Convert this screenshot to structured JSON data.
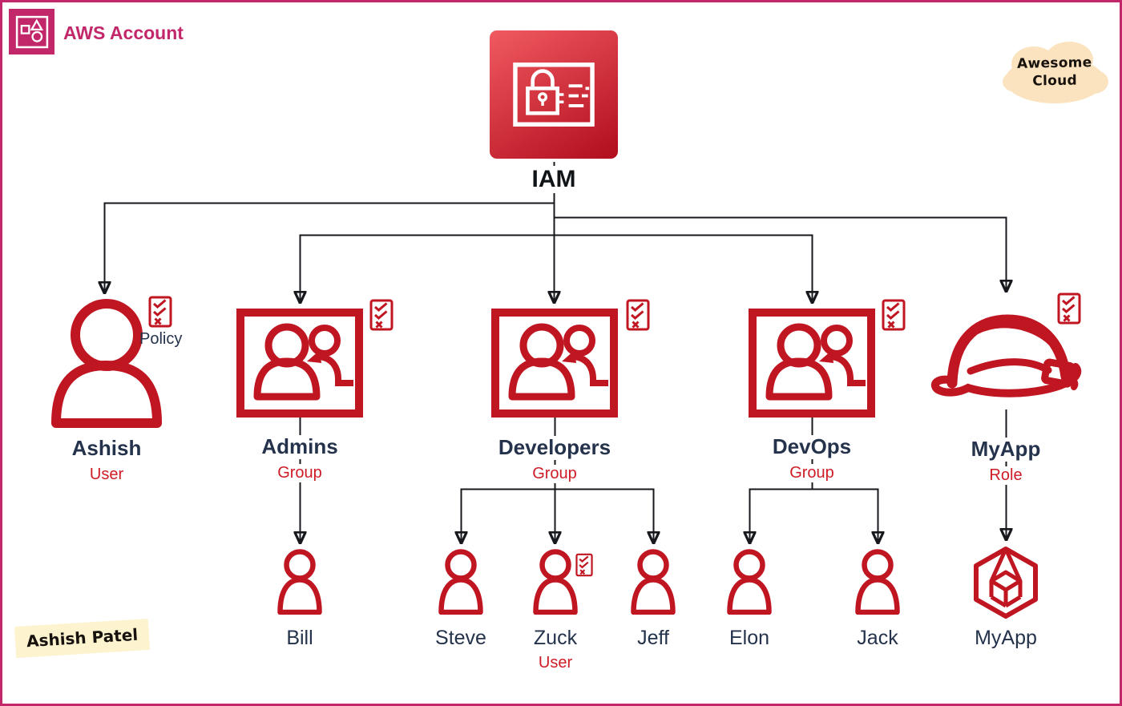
{
  "frame": {
    "account_label": "AWS Account"
  },
  "brand_cloud": {
    "word1": "Awesome",
    "word2": "Cloud"
  },
  "root": {
    "label": "IAM"
  },
  "policy": {
    "label": "Policy"
  },
  "tier1": [
    {
      "name": "Ashish",
      "type": "User",
      "icon": "user-icon",
      "has_policy": true
    },
    {
      "name": "Admins",
      "type": "Group",
      "icon": "group-icon",
      "has_policy": true
    },
    {
      "name": "Developers",
      "type": "Group",
      "icon": "group-icon",
      "has_policy": true
    },
    {
      "name": "DevOps",
      "type": "Group",
      "icon": "group-icon",
      "has_policy": true
    },
    {
      "name": "MyApp",
      "type": "Role",
      "icon": "hard-hat-icon",
      "has_policy": true
    }
  ],
  "tier2": [
    {
      "name": "Bill",
      "parent": "Admins",
      "icon": "user-icon"
    },
    {
      "name": "Steve",
      "parent": "Developers",
      "icon": "user-icon"
    },
    {
      "name": "Zuck",
      "parent": "Developers",
      "icon": "user-icon",
      "type": "User",
      "has_policy": true
    },
    {
      "name": "Jeff",
      "parent": "Developers",
      "icon": "user-icon"
    },
    {
      "name": "Elon",
      "parent": "DevOps",
      "icon": "user-icon"
    },
    {
      "name": "Jack",
      "parent": "DevOps",
      "icon": "user-icon"
    },
    {
      "name": "MyApp",
      "parent": "MyApp",
      "icon": "cube-icon"
    }
  ],
  "signature": "Ashish Patel",
  "colors": {
    "accent_pink": "#c2276a",
    "icon_red": "#c01622",
    "name_navy": "#24324b",
    "type_red": "#ce1b26",
    "line_black": "#16181d",
    "iam_grad_start": "#f15a60",
    "iam_grad_end": "#b10d1d",
    "cloud_fill": "#fae3be",
    "highlight_yellow": "#fdf3cf"
  }
}
